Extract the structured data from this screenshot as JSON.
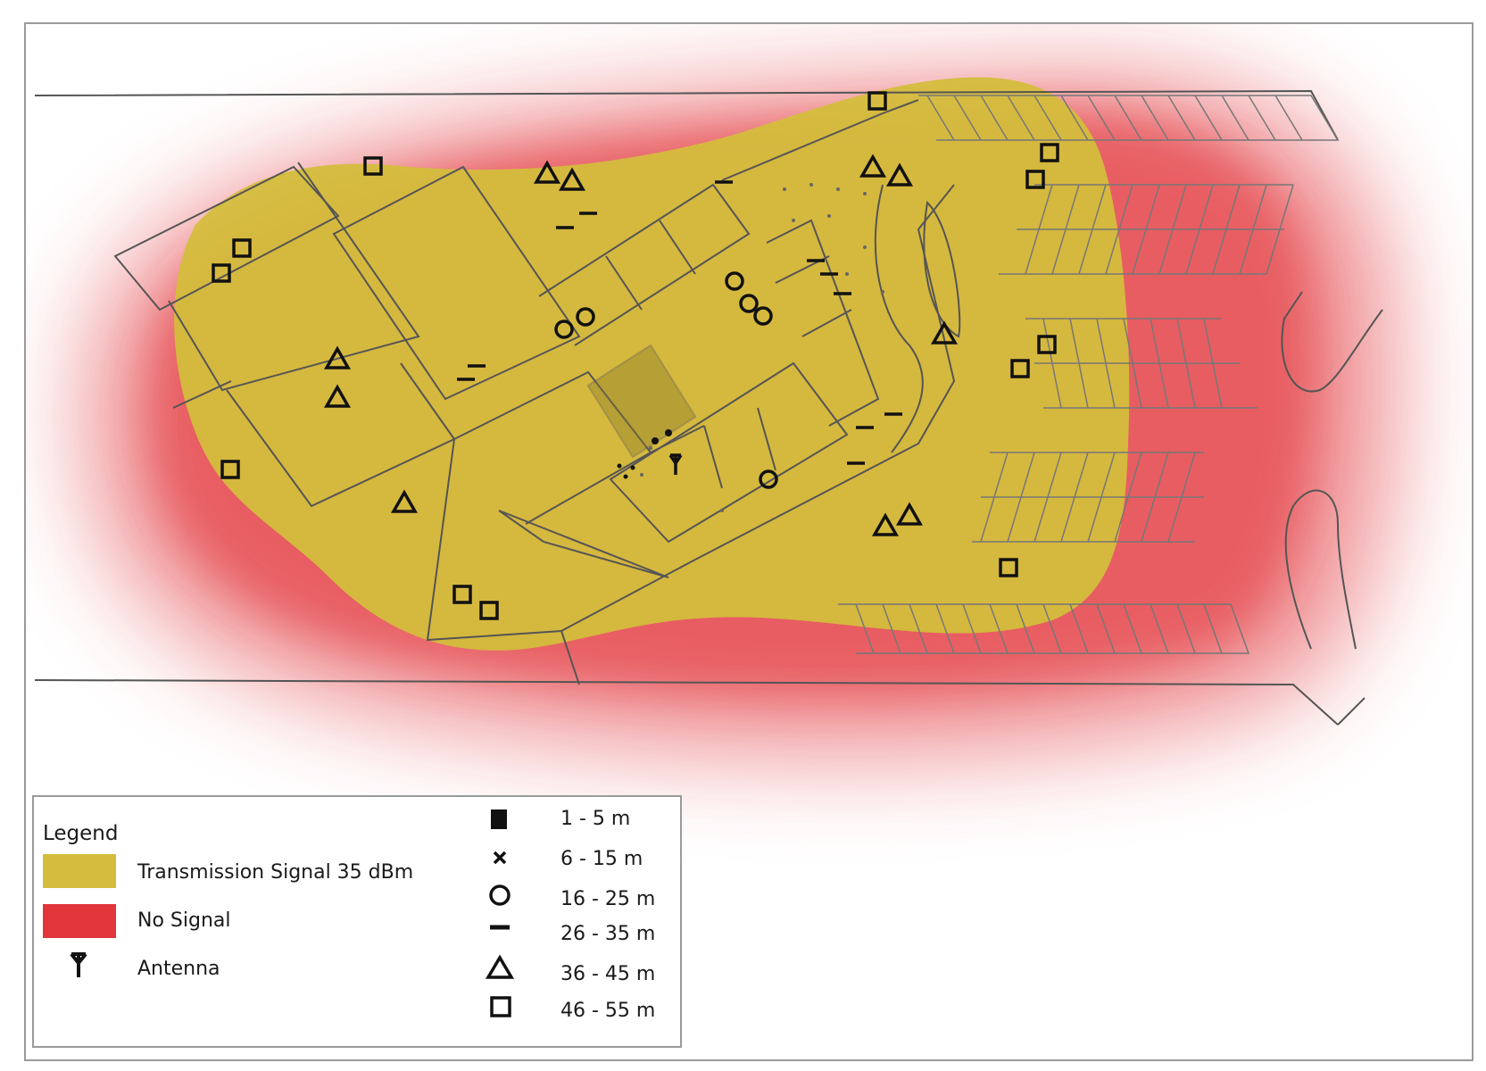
{
  "legend": {
    "title": "Legend",
    "items": [
      {
        "label": "Transmission Signal 35 dBm",
        "color": "#d4bd3c",
        "icon": "yellow-swatch"
      },
      {
        "label": "No Signal",
        "color": "#e2343b",
        "icon": "red-swatch"
      },
      {
        "label": "Antenna",
        "icon": "antenna-icon"
      }
    ],
    "distance_ranges": [
      {
        "label": "1 - 5 m",
        "symbol": "filled-square-icon"
      },
      {
        "label": "6 - 15 m",
        "symbol": "cross-icon"
      },
      {
        "label": "16 - 25 m",
        "symbol": "circle-icon"
      },
      {
        "label": "26 - 35 m",
        "symbol": "dash-icon"
      },
      {
        "label": "36 - 45 m",
        "symbol": "triangle-icon"
      },
      {
        "label": "46 - 55 m",
        "symbol": "square-icon"
      }
    ]
  },
  "colors": {
    "signal": "#d4bd3c",
    "no_signal": "#e2343b",
    "outline": "#555555"
  }
}
